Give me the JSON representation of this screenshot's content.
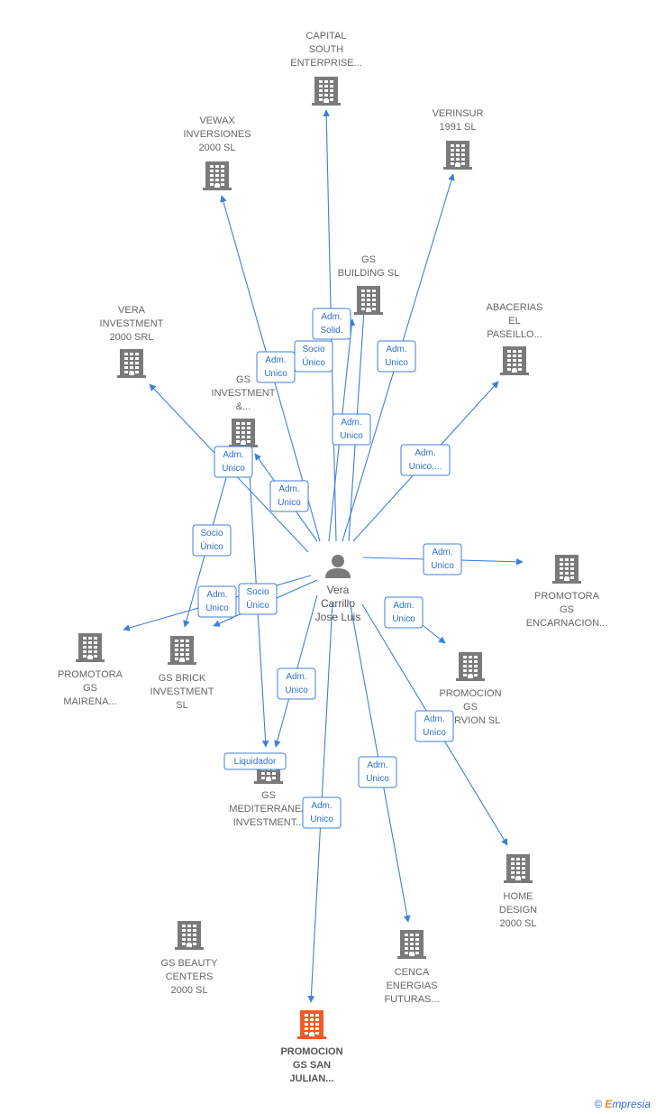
{
  "colors": {
    "edge": "#3f7fd9",
    "building": "#7a7a7a",
    "building_focus": "#f05a28",
    "person": "#7a7a7a",
    "label": "#666666"
  },
  "center": {
    "name_lines": [
      "Vera",
      "Carrillo",
      "Jose Luis"
    ],
    "icon": "person-icon"
  },
  "nodes": [
    {
      "id": "capital",
      "lines": [
        "CAPITAL",
        "SOUTH",
        "ENTERPRISE..."
      ],
      "icon": "building-icon"
    },
    {
      "id": "vewax",
      "lines": [
        "VEWAX",
        "INVERSIONES",
        "2000  SL"
      ],
      "icon": "building-icon"
    },
    {
      "id": "verinsur",
      "lines": [
        "VERINSUR",
        "1991 SL"
      ],
      "icon": "building-icon"
    },
    {
      "id": "gsbuilding",
      "lines": [
        "GS",
        "BUILDING  SL"
      ],
      "icon": "building-icon"
    },
    {
      "id": "abacerias",
      "lines": [
        "ABACERIAS",
        "EL",
        "PASEILLO..."
      ],
      "icon": "building-icon"
    },
    {
      "id": "verainv",
      "lines": [
        "VERA",
        "INVESTMENT",
        "2000 SRL"
      ],
      "icon": "building-icon"
    },
    {
      "id": "gsinvest",
      "lines": [
        "GS",
        "INVESTMENT",
        "&..."
      ],
      "icon": "building-icon"
    },
    {
      "id": "promencar",
      "lines": [
        "PROMOTORA",
        "GS",
        "ENCARNACION..."
      ],
      "icon": "building-icon"
    },
    {
      "id": "prommairena",
      "lines": [
        "PROMOTORA",
        "GS",
        "MAIRENA..."
      ],
      "icon": "building-icon"
    },
    {
      "id": "gsbrick",
      "lines": [
        "GS BRICK",
        "INVESTMENT",
        "SL"
      ],
      "icon": "building-icon"
    },
    {
      "id": "promnervion",
      "lines": [
        "PROMOCION",
        "GS",
        "NERVION  SL"
      ],
      "icon": "building-icon"
    },
    {
      "id": "gsmed",
      "lines": [
        "GS",
        "MEDITERRANEA",
        "INVESTMENT..."
      ],
      "icon": "building-icon"
    },
    {
      "id": "homedesign",
      "lines": [
        "HOME",
        "DESIGN",
        "2000  SL"
      ],
      "icon": "building-icon"
    },
    {
      "id": "gsbeauty",
      "lines": [
        "GS BEAUTY",
        "CENTERS",
        "2000 SL"
      ],
      "icon": "building-icon"
    },
    {
      "id": "cenca",
      "lines": [
        "CENCA",
        "ENERGIAS",
        "FUTURAS..."
      ],
      "icon": "building-icon"
    },
    {
      "id": "promsanjulian",
      "lines": [
        "PROMOCION",
        "GS SAN",
        "JULIAN..."
      ],
      "icon": "building-icon",
      "focus": true
    }
  ],
  "relations": [
    {
      "target": "capital",
      "lines": [
        "Adm.",
        "Solid."
      ]
    },
    {
      "target": "vewax",
      "lines": [
        "Adm.",
        "Unico"
      ]
    },
    {
      "target": "gsbuilding",
      "lines": [
        "Socio",
        "Único"
      ]
    },
    {
      "target": "verinsur",
      "lines": [
        "Adm.",
        "Unico"
      ]
    },
    {
      "target": "gsbuilding",
      "lines": [
        "Adm.",
        "Unico"
      ]
    },
    {
      "target": "abacerias",
      "lines": [
        "Adm.",
        "Unico,..."
      ]
    },
    {
      "target": "verainv",
      "lines": [
        "Adm.",
        "Unico"
      ]
    },
    {
      "target": "gsinvest",
      "lines": [
        "Adm.",
        "Unico"
      ]
    },
    {
      "target": "gsbrick",
      "lines": [
        "Socio",
        "Único"
      ]
    },
    {
      "target": "promencar",
      "lines": [
        "Adm.",
        "Unico"
      ]
    },
    {
      "target": "prommairena",
      "lines": [
        "Adm.",
        "Unico"
      ]
    },
    {
      "target": "gsbrick",
      "lines": [
        "Socio",
        "Único"
      ]
    },
    {
      "target": "promnervion",
      "lines": [
        "Adm.",
        "Unico"
      ]
    },
    {
      "target": "gsmed",
      "lines": [
        "Adm.",
        "Unico"
      ]
    },
    {
      "target": "gsmed",
      "lines": [
        "Liquidador"
      ]
    },
    {
      "target": "homedesign",
      "lines": [
        "Adm.",
        "Unico"
      ]
    },
    {
      "target": "cenca",
      "lines": [
        "Adm.",
        "Unico"
      ]
    },
    {
      "target": "promsanjulian",
      "lines": [
        "Adm.",
        "Unico"
      ]
    }
  ],
  "footer": {
    "copyright": "©",
    "brand_first": "E",
    "brand_rest": "mpresia"
  }
}
